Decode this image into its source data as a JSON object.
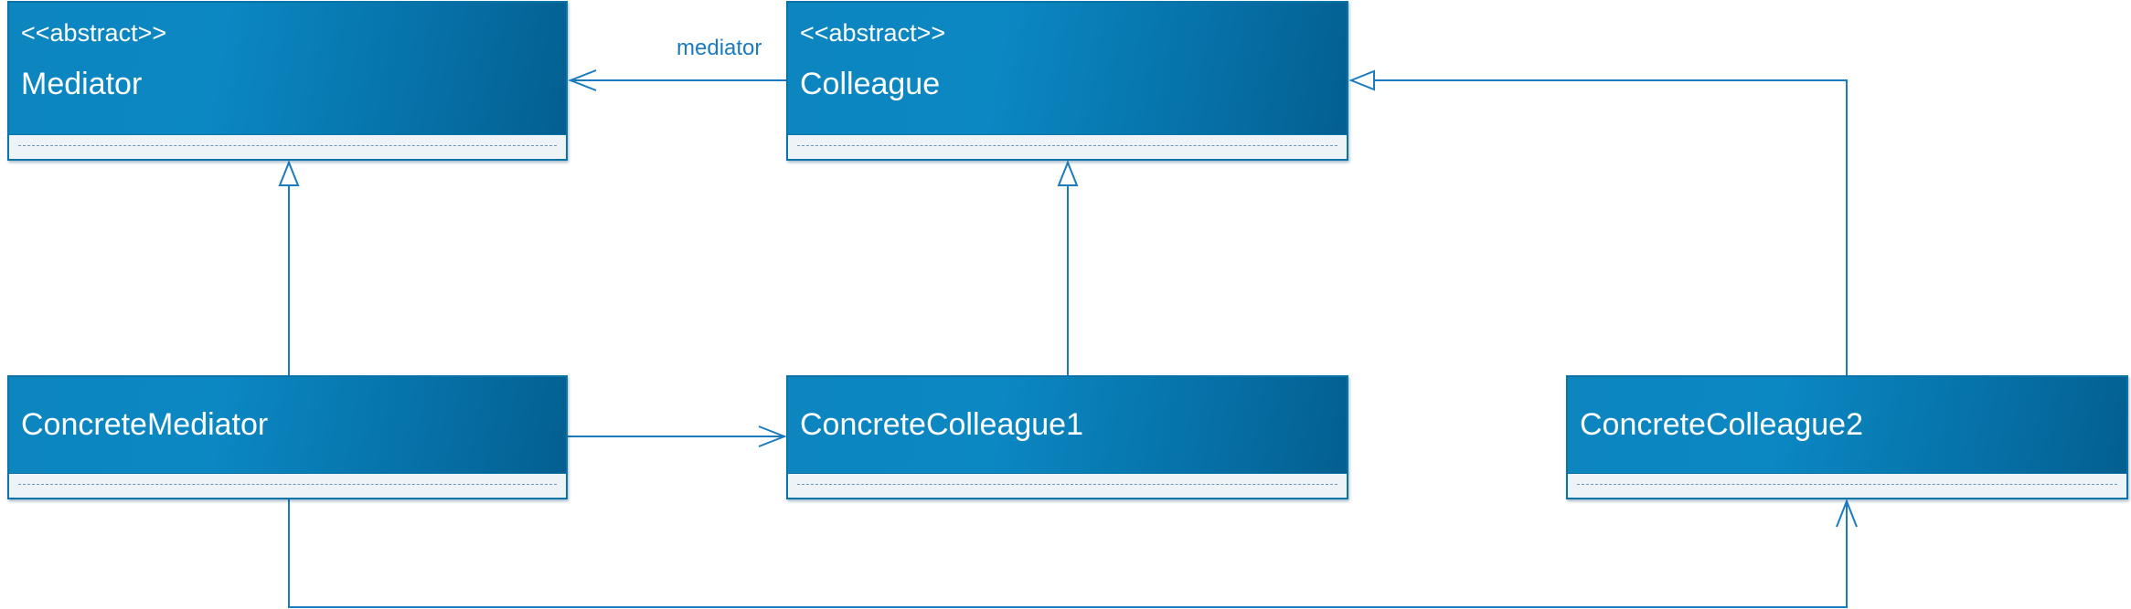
{
  "diagram": {
    "classes": [
      {
        "id": "mediator",
        "stereotype": "<<abstract>>",
        "name": "Mediator"
      },
      {
        "id": "colleague",
        "stereotype": "<<abstract>>",
        "name": "Colleague"
      },
      {
        "id": "concrete_mediator",
        "name": "ConcreteMediator"
      },
      {
        "id": "concrete_colleague1",
        "name": "ConcreteColleague1"
      },
      {
        "id": "concrete_colleague2",
        "name": "ConcreteColleague2"
      }
    ],
    "relationships": [
      {
        "from": "colleague",
        "to": "mediator",
        "kind": "association",
        "label": "mediator"
      },
      {
        "from": "concrete_mediator",
        "to": "mediator",
        "kind": "generalization"
      },
      {
        "from": "concrete_colleague1",
        "to": "colleague",
        "kind": "generalization"
      },
      {
        "from": "concrete_colleague2",
        "to": "colleague",
        "kind": "generalization"
      },
      {
        "from": "concrete_mediator",
        "to": "concrete_colleague1",
        "kind": "association"
      },
      {
        "from": "concrete_mediator",
        "to": "concrete_colleague2",
        "kind": "association"
      }
    ],
    "colors": {
      "class_header": "#0b87c2",
      "class_header_dark": "#045f90",
      "class_body": "#eef3f8",
      "connector": "#1a7bbf",
      "label_text": "#1a7bbf"
    }
  }
}
